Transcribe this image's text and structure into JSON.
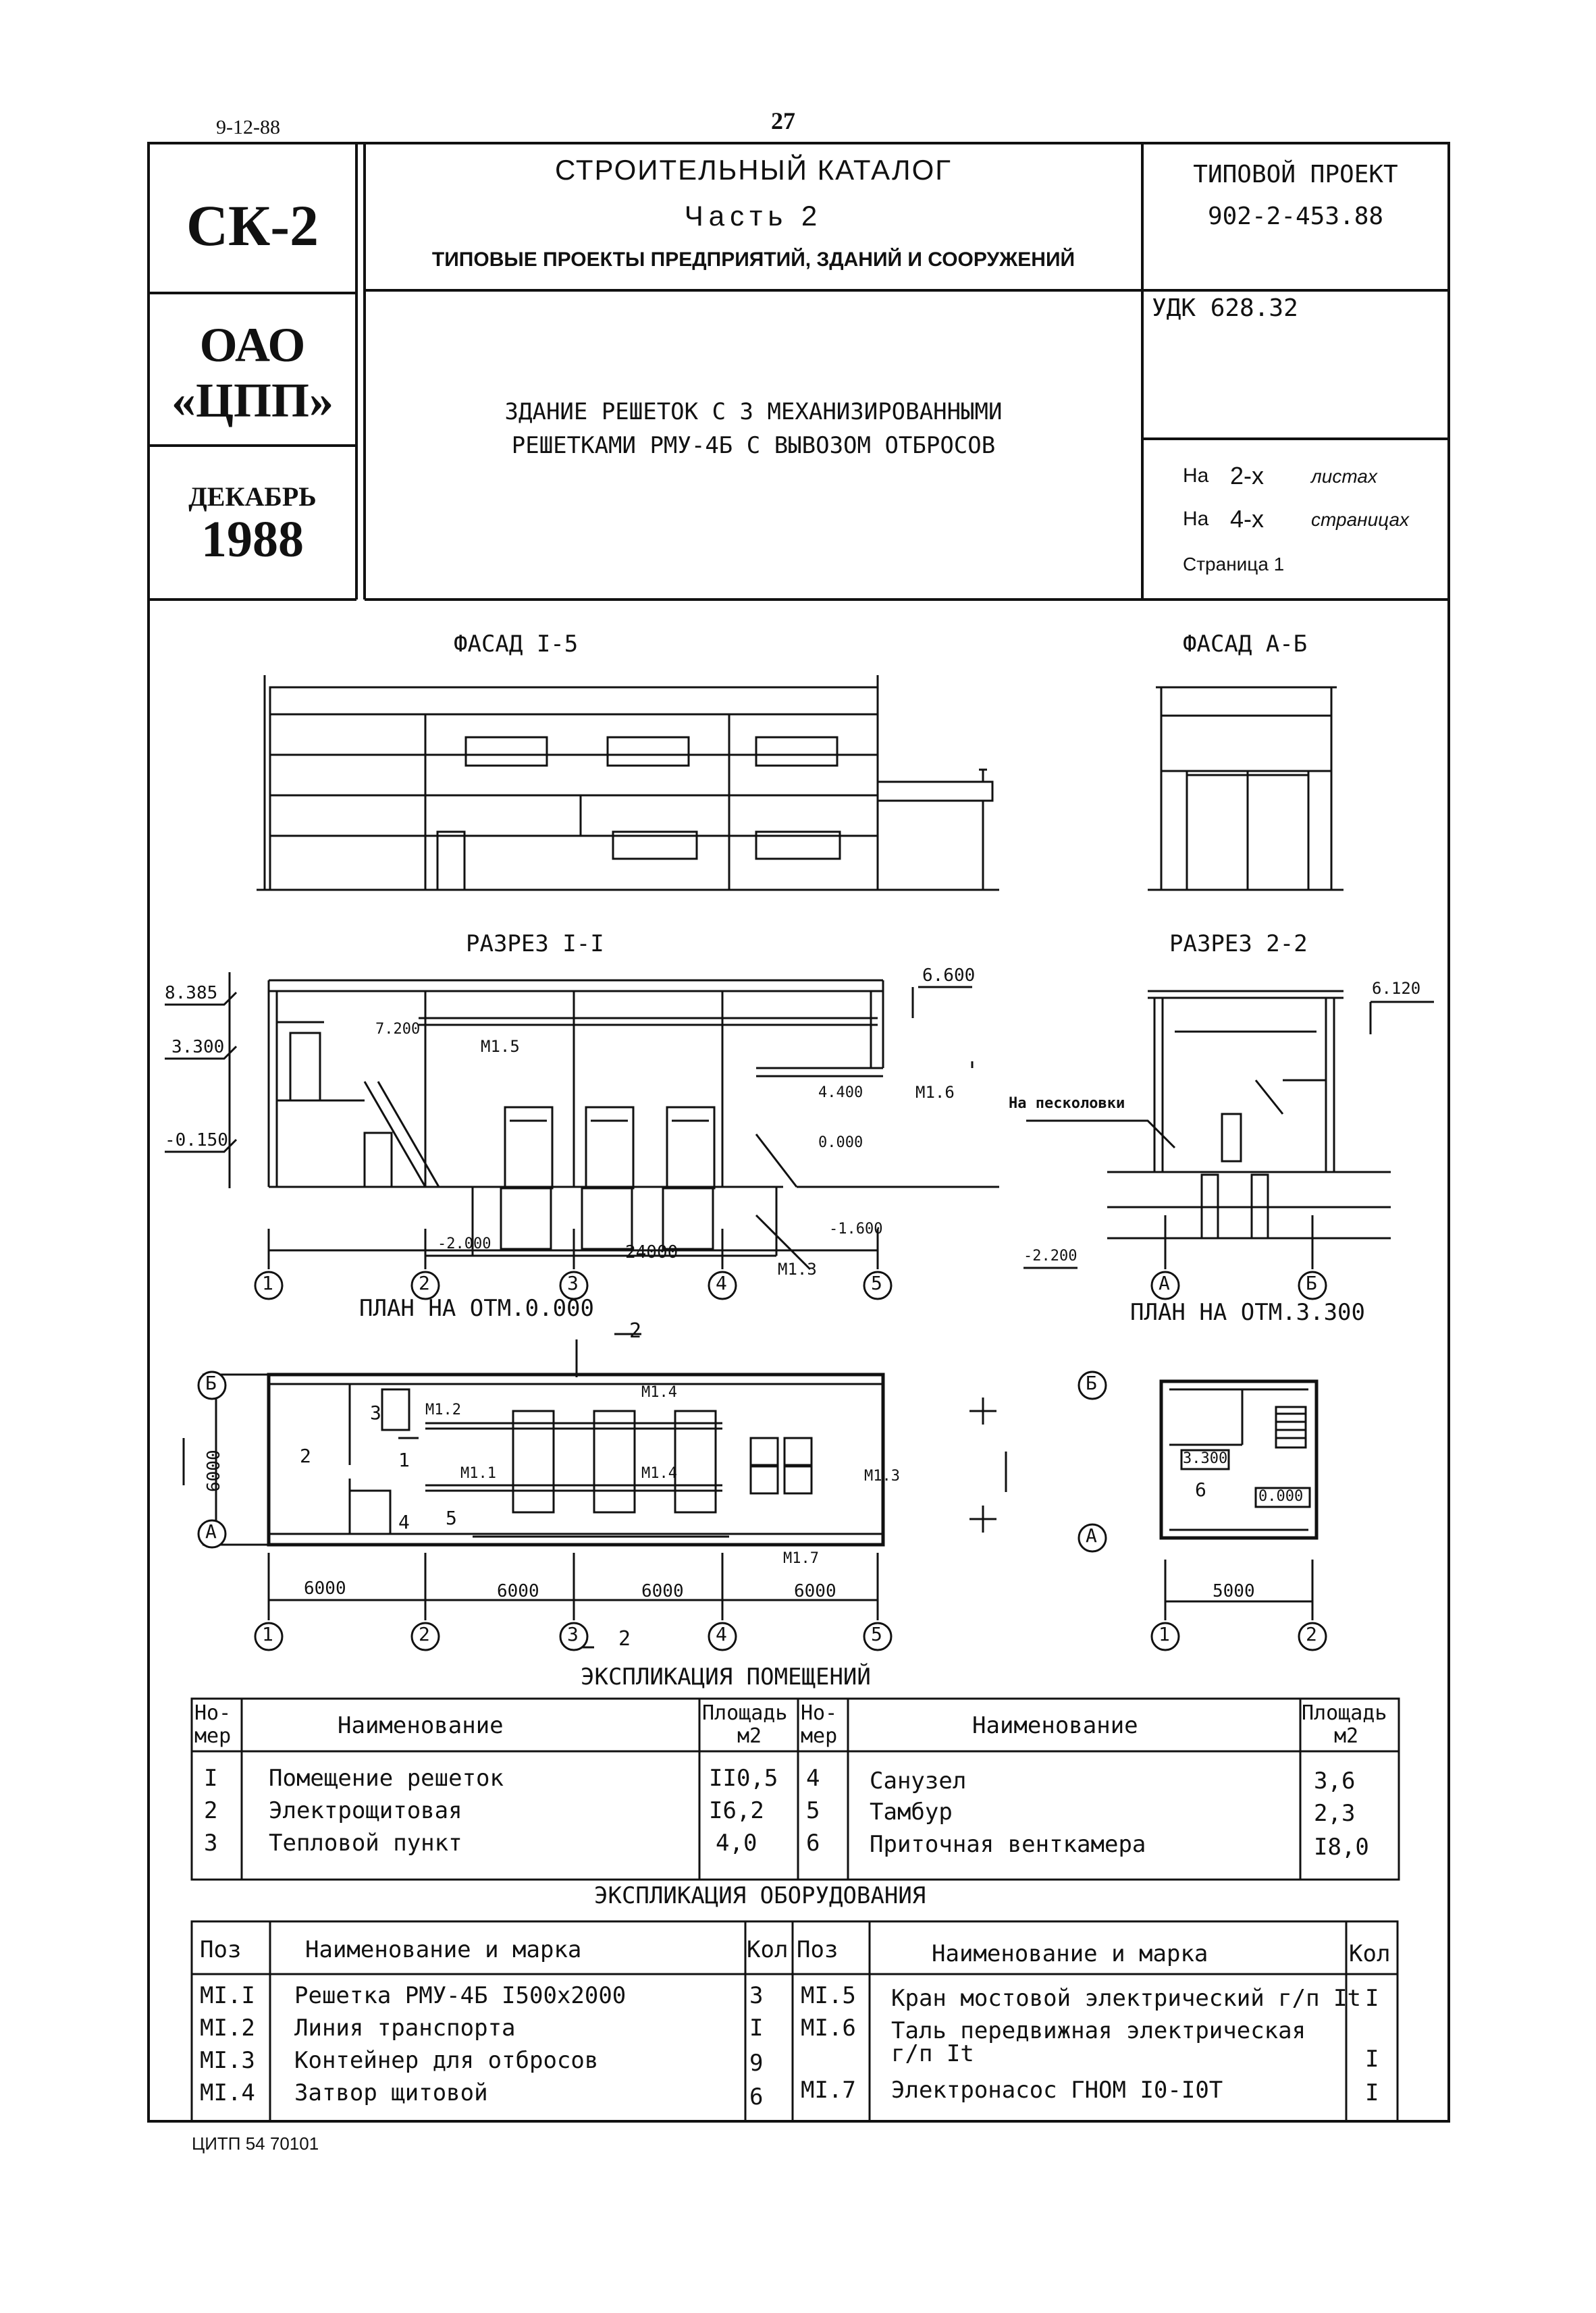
{
  "top": {
    "date": "9-12-88",
    "page_number": "27",
    "footer_code": "ЦИТП 54 70101"
  },
  "sidebar": {
    "code": "СК-2",
    "org_line1": "ОАО",
    "org_line2": "«ЦПП»",
    "month": "ДЕКАБРЬ",
    "year": "1988"
  },
  "header": {
    "catalog_title": "СТРОИТЕЛЬНЫЙ КАТАЛОГ",
    "part": "Часть 2",
    "subtitle": "ТИПОВЫЕ ПРОЕКТЫ ПРЕДПРИЯТИЙ, ЗДАНИЙ И СООРУЖЕНИЙ",
    "project_label": "ТИПОВОЙ ПРОЕКТ",
    "project_number": "902-2-453.88",
    "udk": "УДК 628.32",
    "object_title_line1": "ЗДАНИЕ РЕШЕТОК С 3 МЕХАНИЗИРОВАННЫМИ",
    "object_title_line2": "РЕШЕТКАМИ РМУ-4Б С ВЫВОЗОМ ОТБРОСОВ",
    "sheets_prefix": "На",
    "sheets_count": "2-х",
    "sheets_word": "листах",
    "pages_prefix": "На",
    "pages_count": "4-х",
    "pages_word": "страницах",
    "page_label": "Страница 1"
  },
  "drawings": {
    "facade_1_5": "ФАСАД I-5",
    "facade_a_b": "ФАСАД А-Б",
    "section_1_1": "РАЗРЕЗ I-I",
    "section_2_2": "РАЗРЕЗ 2-2",
    "plan_0": "ПЛАН НА ОТМ.0.000",
    "plan_3300": "ПЛАН НА ОТМ.3.300",
    "levels": {
      "l8385": "8.385",
      "l3300": "3.300",
      "lm0150": "-0.150",
      "l6600": "6.600",
      "l7200": "7.200",
      "l4400": "4.400",
      "l0000": "0.000",
      "lm2000": "-2.000",
      "lm1600": "-1.600",
      "lm2200": "-2.200",
      "l6120": "6.120"
    },
    "marks": {
      "m15": "М1.5",
      "m16": "М1.6",
      "m13": "М1.3",
      "m12": "М1.2",
      "m11": "М1.1",
      "m14": "М1.4",
      "m17": "М1.7",
      "sand": "На песколовки"
    },
    "dims": {
      "d24000": "24000",
      "d6000": "6000",
      "d5000": "5000",
      "d6000v": "6000"
    },
    "axes": {
      "a1": "1",
      "a2": "2",
      "a3": "3",
      "a4": "4",
      "a5": "5",
      "aA": "А",
      "aB": "Б"
    },
    "rooms": {
      "r1": "1",
      "r2": "2",
      "r3": "3",
      "r4": "4",
      "r5": "5",
      "r6": "6"
    },
    "plan_levels": {
      "p3300": "3.300",
      "p0000": "0.000"
    },
    "cut_number": "2"
  },
  "rooms_table": {
    "title": "ЭКСПЛИКАЦИЯ ПОМЕЩЕНИЙ",
    "h_num_1": "Но-",
    "h_num_2": "мер",
    "h_name": "Наименование",
    "h_area_1": "Площадь",
    "h_area_2": "м2",
    "rows": [
      {
        "num": "I",
        "name": "Помещение решеток",
        "area": "II0,5"
      },
      {
        "num": "2",
        "name": "Электрощитовая",
        "area": "I6,2"
      },
      {
        "num": "3",
        "name": "Тепловой пункт",
        "area": "4,0"
      },
      {
        "num": "4",
        "name": "Санузел",
        "area": "3,6"
      },
      {
        "num": "5",
        "name": "Тамбур",
        "area": "2,3"
      },
      {
        "num": "6",
        "name": "Приточная венткамера",
        "area": "I8,0"
      }
    ]
  },
  "equipment_table": {
    "title": "ЭКСПЛИКАЦИЯ ОБОРУДОВАНИЯ",
    "h_pos": "Поз",
    "h_name": "Наименование и марка",
    "h_qty": "Кол",
    "rows": [
      {
        "pos": "MI.I",
        "name": "Решетка РМУ-4Б  I500x2000",
        "qty": "3"
      },
      {
        "pos": "MI.2",
        "name": "Линия транспорта",
        "qty": "I"
      },
      {
        "pos": "MI.3",
        "name": "Контейнер для отбросов",
        "qty": "9"
      },
      {
        "pos": "MI.4",
        "name": "Затвор щитовой",
        "qty": "6"
      },
      {
        "pos": "MI.5",
        "name": "Кран мостовой электрический г/п It",
        "qty": "I"
      },
      {
        "pos": "MI.6",
        "name": "Таль передвижная электрическая",
        "name2": "г/п It",
        "qty": "I"
      },
      {
        "pos": "MI.7",
        "name": "Электронасос ГНОМ I0-I0Т",
        "qty": "I"
      }
    ]
  }
}
